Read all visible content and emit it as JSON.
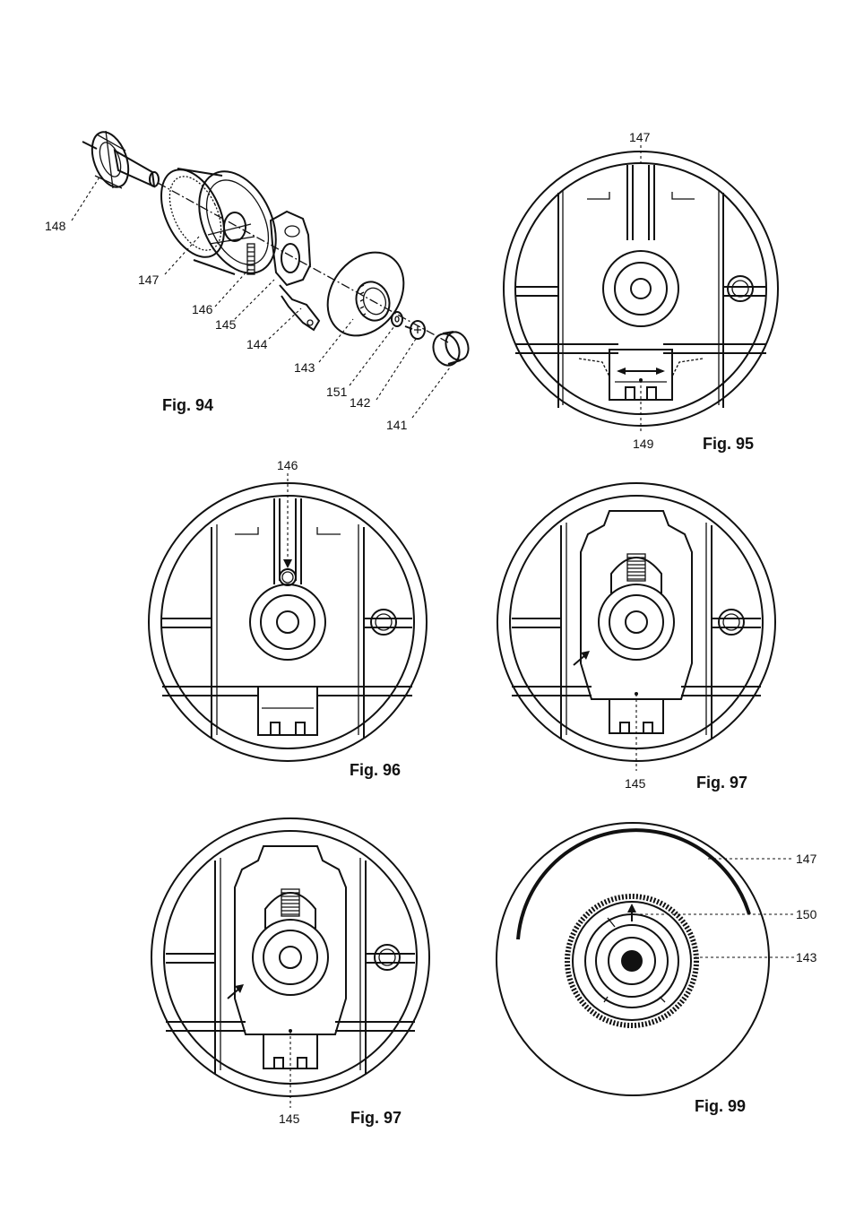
{
  "figures": {
    "fig94": {
      "caption": "Fig. 94",
      "labels": {
        "p148": "148",
        "p147": "147",
        "p146": "146",
        "p145": "145",
        "p144": "144",
        "p143": "143",
        "p151": "151",
        "p142": "142",
        "p141": "141"
      }
    },
    "fig95": {
      "caption": "Fig. 95",
      "labels": {
        "p147": "147",
        "p149": "149"
      }
    },
    "fig96": {
      "caption": "Fig. 96",
      "labels": {
        "p146": "146"
      }
    },
    "fig97a": {
      "caption": "Fig. 97",
      "labels": {
        "p145": "145"
      }
    },
    "fig97b": {
      "caption": "Fig. 97",
      "labels": {
        "p145": "145"
      }
    },
    "fig99": {
      "caption": "Fig. 99",
      "labels": {
        "p147": "147",
        "p150": "150",
        "p143": "143"
      }
    }
  }
}
